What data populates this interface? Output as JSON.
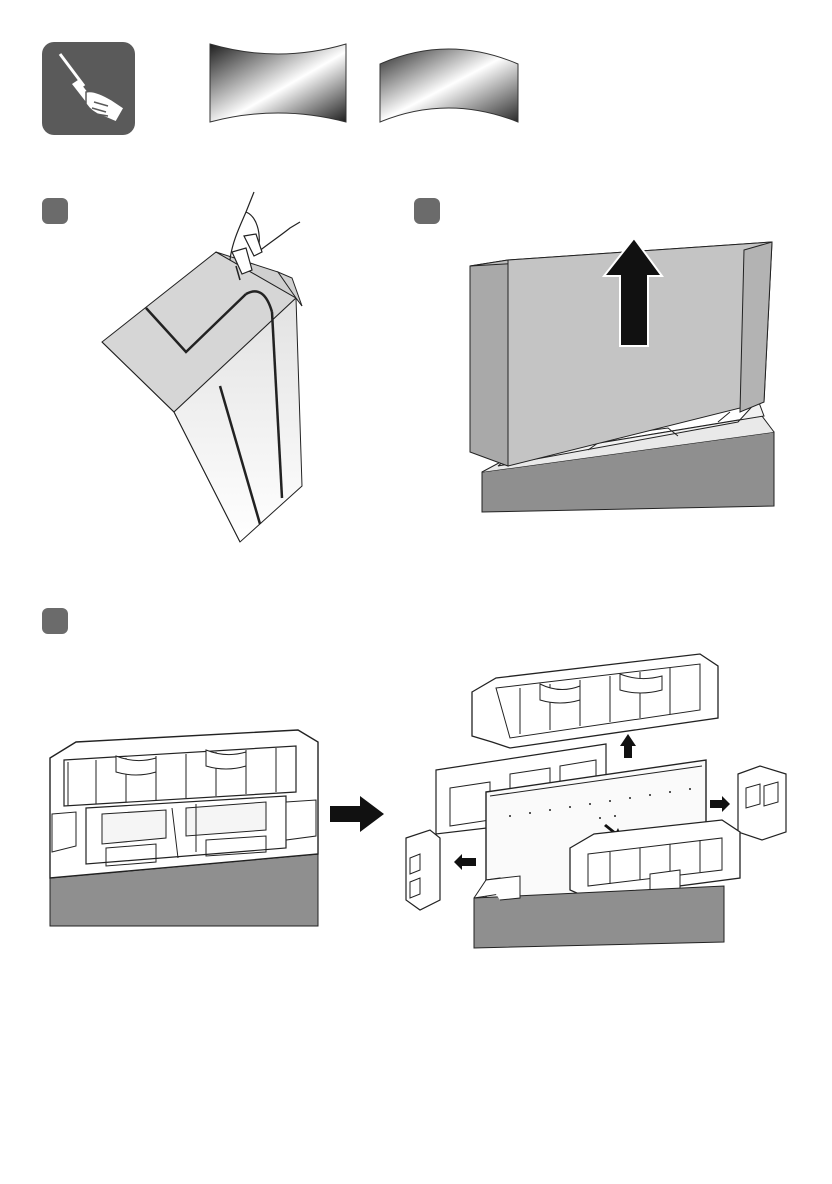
{
  "page": {
    "background": "#ffffff"
  },
  "header": {
    "tool_icon": "screwdriver-hand-icon",
    "panel_flat": "curved-panel-gradient-icon",
    "panel_curved": "curved-panel-gradient-icon"
  },
  "steps": [
    {
      "icon": "step-badge",
      "illustration": "cut-straps-illustration"
    },
    {
      "icon": "step-badge",
      "illustration": "lift-box-illustration"
    },
    {
      "icon": "step-badge",
      "illustration": "remove-packaging-illustration"
    }
  ],
  "colors": {
    "badge": "#6b6b6b",
    "box": "#c8c8c8",
    "base": "#8f8f8f",
    "line": "#1a1a1a",
    "arrow": "#111111"
  }
}
